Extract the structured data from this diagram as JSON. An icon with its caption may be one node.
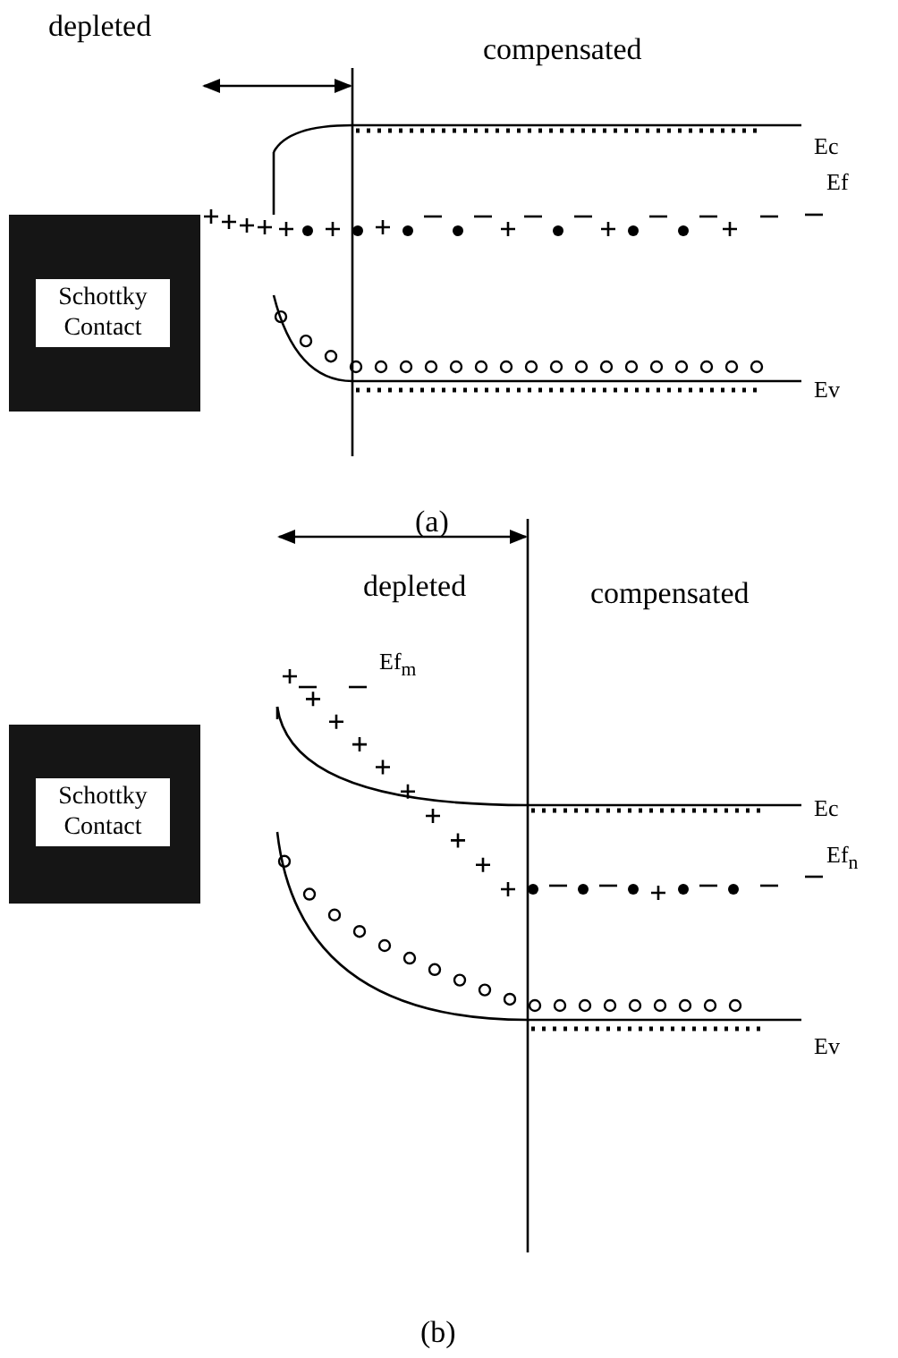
{
  "diagram": {
    "nodes": [
      {
        "text": [
          "Schottky Contact"
        ]
      },
      {
        "text": [
          "Schottky Contact"
        ]
      }
    ],
    "labels": [
      "depleted",
      "compensated",
      "Ec",
      "Ef",
      "Ev",
      "(a)",
      "depleted",
      "compensated",
      "Ec",
      "Ef$_{m}$",
      "Ef$_{n}$",
      "Ev",
      "(b)"
    ]
  }
}
